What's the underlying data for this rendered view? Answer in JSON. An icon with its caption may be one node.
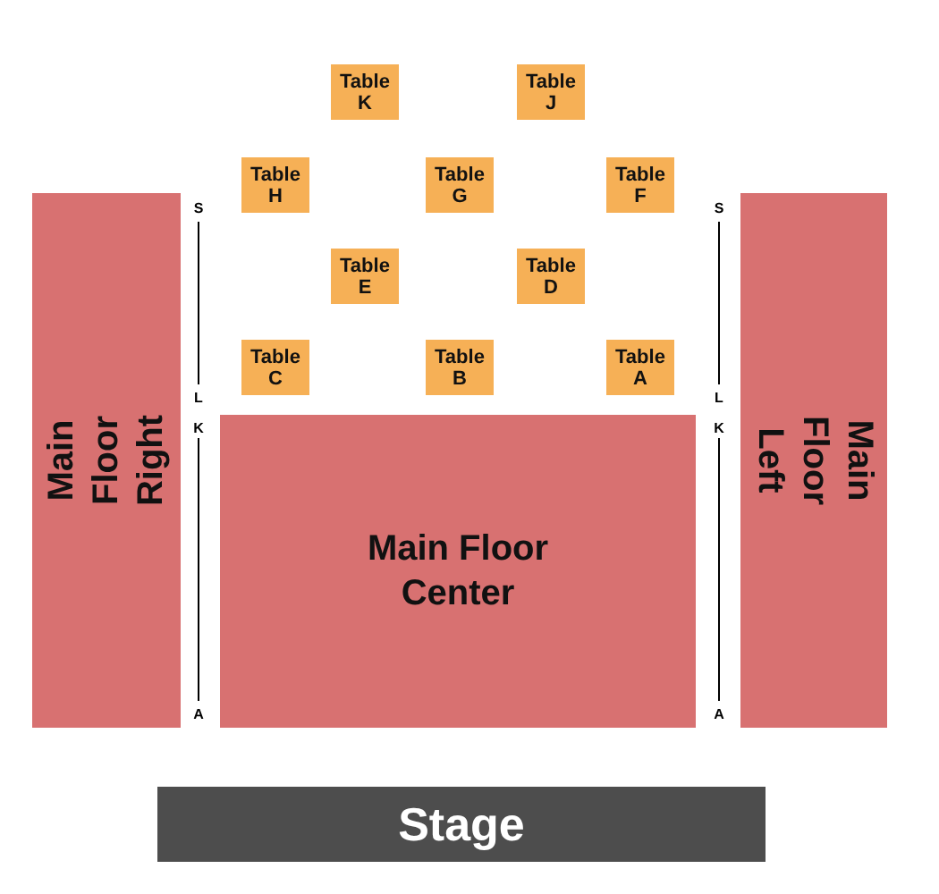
{
  "diagram": {
    "nodes": [
      {
        "text": [
          "Table K"
        ]
      },
      {
        "text": [
          "Table J"
        ]
      },
      {
        "text": [
          "Table H"
        ]
      },
      {
        "text": [
          "Table G"
        ]
      },
      {
        "text": [
          "Table F"
        ]
      },
      {
        "text": [
          "Table E"
        ]
      },
      {
        "text": [
          "Table D"
        ]
      },
      {
        "text": [
          "Table C"
        ]
      },
      {
        "text": [
          "Table B"
        ]
      },
      {
        "text": [
          "Table A"
        ]
      },
      {
        "text": [
          "Main Floor Right"
        ]
      },
      {
        "text": [
          "Main Floor Center"
        ]
      },
      {
        "text": [
          "Main Floor Left"
        ]
      },
      {
        "text": [
          "Stage"
        ]
      }
    ],
    "labels": [
      "S",
      "S",
      "L",
      "L",
      "K",
      "K",
      "A",
      "A"
    ]
  }
}
